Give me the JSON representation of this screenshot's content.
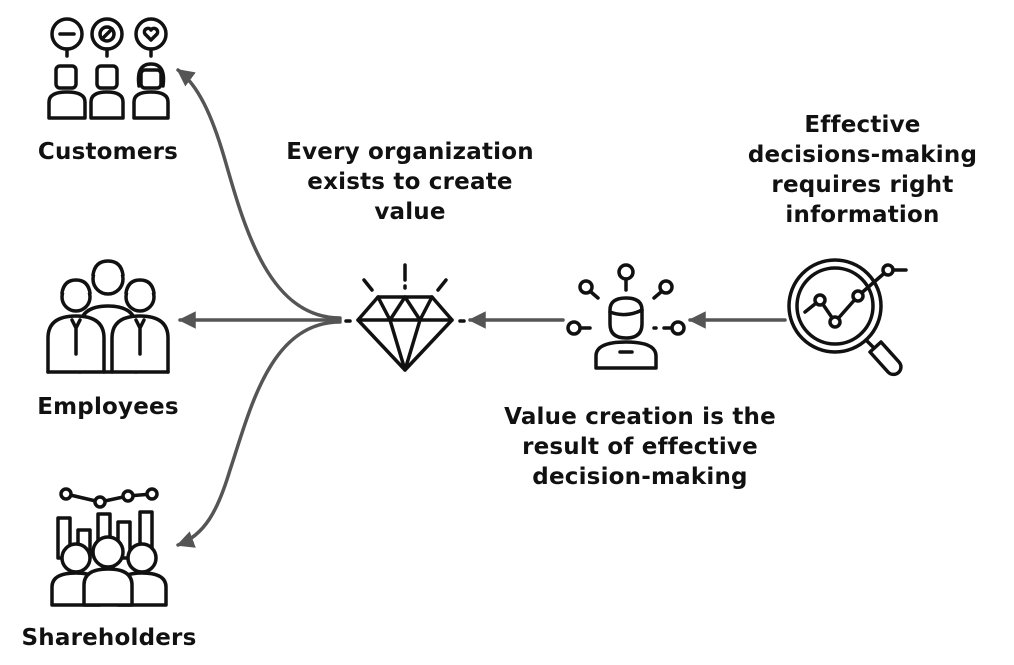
{
  "diagram": {
    "stakeholders": {
      "customers": "Customers",
      "employees": "Employees",
      "shareholders": "Shareholders"
    },
    "captions": {
      "value": [
        "Every organization",
        "exists to create",
        "value"
      ],
      "decision": [
        "Value creation is the",
        "result of effective",
        "decision-making"
      ],
      "information": [
        "Effective",
        "decisions-making",
        "requires right",
        "information"
      ]
    },
    "icons": {
      "customers": "customers-feedback-icon",
      "employees": "employees-group-icon",
      "shareholders": "shareholders-chart-icon",
      "value": "diamond-icon",
      "decision": "decision-maker-icon",
      "information": "magnifier-analytics-icon"
    },
    "colors": {
      "arrow": "#555555",
      "ink": "#111111"
    }
  }
}
